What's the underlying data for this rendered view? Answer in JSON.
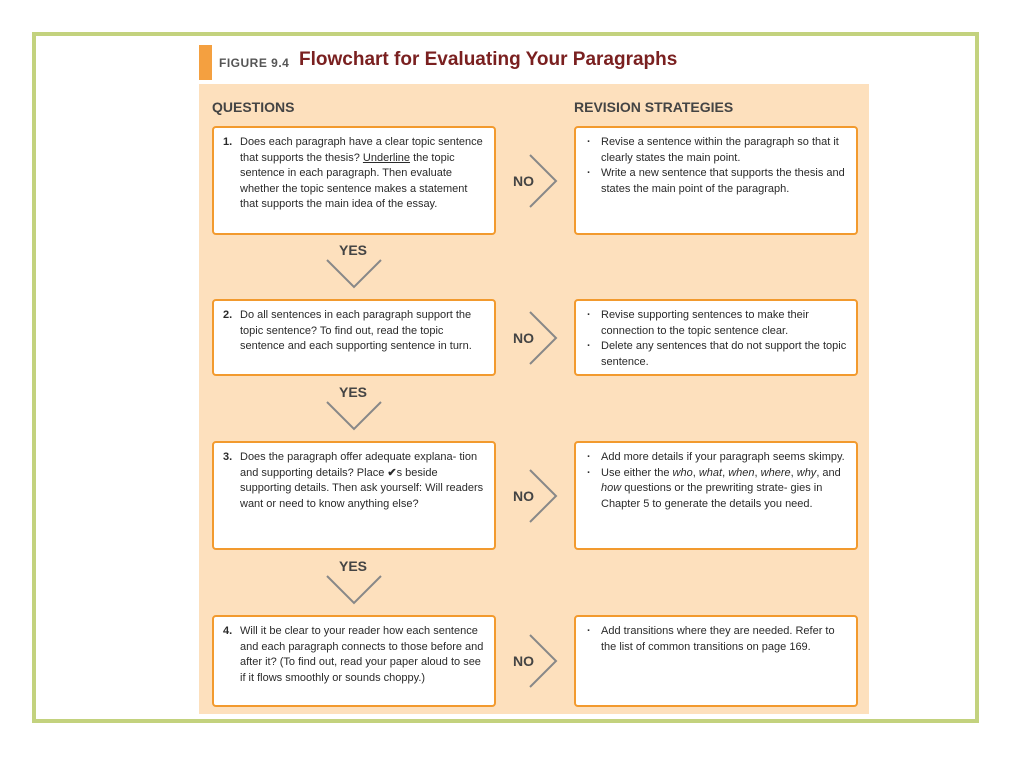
{
  "figure": {
    "label": "FIGURE 9.4",
    "title": "Flowchart for Evaluating Your Paragraphs"
  },
  "columns": {
    "questions": "QUESTIONS",
    "strategies": "REVISION STRATEGIES"
  },
  "connectors": {
    "no": "NO",
    "yes": "YES"
  },
  "rows": [
    {
      "number": "1.",
      "question_parts": [
        "Does each paragraph have a clear topic sentence that supports the thesis? ",
        "Underline",
        " the topic sentence in each paragraph. Then evaluate whether the topic sentence makes a statement that supports the main idea of the essay."
      ],
      "strategies": [
        "Revise a sentence within the paragraph so that it clearly states the main point.",
        "Write a new sentence that supports the thesis and states the main point of the paragraph."
      ]
    },
    {
      "number": "2.",
      "question": "Do all sentences in each paragraph support the topic sentence? To find out, read the topic sentence and each supporting sentence in turn.",
      "strategies": [
        "Revise supporting sentences to make their connection to the topic sentence clear.",
        "Delete any sentences that do not support the topic sentence."
      ]
    },
    {
      "number": "3.",
      "question_parts": [
        "Does the paragraph offer adequate explana- tion and supporting details? Place ",
        "✔",
        "s beside supporting details. Then ask yourself: Will readers want or need to know anything else?"
      ],
      "strategies_parts": [
        [
          "Add more details if your paragraph seems skimpy."
        ],
        [
          "Use either the ",
          "who",
          ", ",
          "what",
          ", ",
          "when",
          ", ",
          "where",
          ", ",
          "why",
          ", and ",
          "how",
          " questions or the prewriting strate- gies in Chapter 5 to generate the details you need."
        ]
      ]
    },
    {
      "number": "4.",
      "question": "Will it be clear to your reader how each sentence and each paragraph connects to those before and after it? (To find out, read your paper aloud to see if it flows smoothly or sounds choppy.)",
      "strategies": [
        "Add transitions where they are needed. Refer to the list of common transitions on page 169."
      ]
    }
  ],
  "colors": {
    "border": "#c3d27e",
    "panel": "#fde0bd",
    "box_border": "#f29a2e",
    "accent_bar": "#f4a040",
    "title": "#7a2020"
  }
}
